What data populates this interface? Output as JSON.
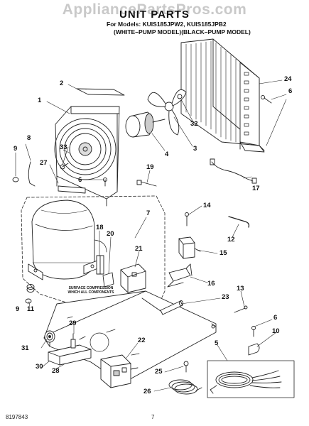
{
  "watermark": "AppliancePartsPros.com",
  "header": {
    "title": "UNIT PARTS",
    "models_line": "For Models: KUIS185JPW2, KUIS185JPB2",
    "colors_line": "(WHITE–PUMP MODEL)(BLACK–PUMP MODEL)"
  },
  "legend_lines": [
    "SURFACE COMPRESSION",
    "WHICH ALL COMPONENTS"
  ],
  "footer": {
    "doc_number": "8197843",
    "page_number": "7"
  },
  "callouts": [
    "1",
    "2",
    "3",
    "4",
    "5",
    "6",
    "6",
    "6",
    "7",
    "8",
    "9",
    "9",
    "10",
    "11",
    "12",
    "13",
    "14",
    "15",
    "16",
    "17",
    "18",
    "19",
    "20",
    "21",
    "22",
    "23",
    "24",
    "25",
    "26",
    "27",
    "28",
    "29",
    "30",
    "31",
    "32",
    "33"
  ]
}
